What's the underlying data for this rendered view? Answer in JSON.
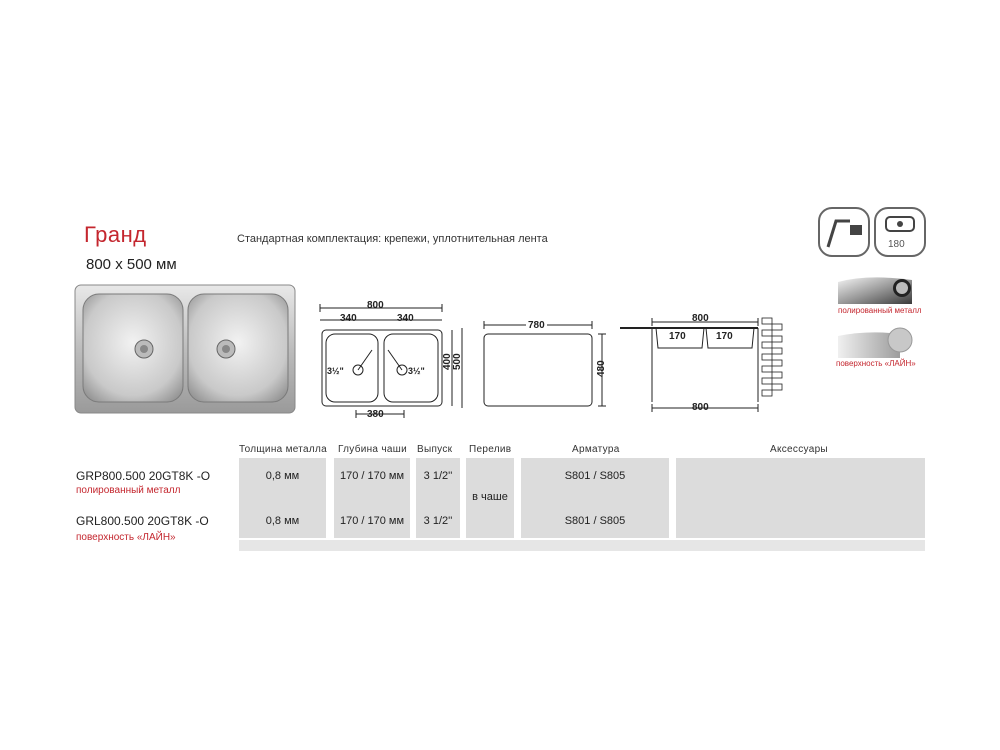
{
  "product": {
    "name": "Гранд",
    "size": "800 х 500 мм",
    "standard_set": "Стандартная комплектация: крепежи, уплотнительная лента"
  },
  "icons": {
    "mount_icon": "countertop-mount-icon",
    "bowl_icon": "bowl-rotation-icon",
    "bowl_icon_text": "180"
  },
  "finishes": [
    {
      "label": "полированный металл",
      "icon": "polished-metal-swatch"
    },
    {
      "label": "поверхность «ЛАЙН»",
      "icon": "line-surface-swatch"
    }
  ],
  "drawings": {
    "top_view": {
      "width": "800",
      "bowl_left": "340",
      "bowl_right": "340",
      "height_inner": "400",
      "height_outer": "500",
      "bottom": "380",
      "drain_left": "3½\"",
      "drain_right": "3½\""
    },
    "cutout": {
      "width": "780",
      "height": "480"
    },
    "section": {
      "top": "800",
      "bowl_left": "170",
      "bowl_right": "170",
      "bottom": "800"
    }
  },
  "table": {
    "headers": {
      "thickness": "Толщина металла",
      "depth": "Глубина чаши",
      "outlet": "Выпуск",
      "overflow": "Перелив",
      "fittings": "Арматура",
      "accessories": "Аксессуары"
    },
    "overflow_value": "в чаше",
    "rows": [
      {
        "model": "GRP800.500 20GT8K -O",
        "finish": "полированный металл",
        "thickness": "0,8 мм",
        "depth": "170 / 170 мм",
        "outlet": "3 1/2''",
        "fittings": "S801 / S805",
        "accessories": ""
      },
      {
        "model": "GRL800.500 20GT8K -O",
        "finish": "поверхность «ЛАЙН»",
        "thickness": "0,8 мм",
        "depth": "170 / 170 мм",
        "outlet": "3 1/2''",
        "fittings": "S801 / S805",
        "accessories": ""
      }
    ]
  }
}
